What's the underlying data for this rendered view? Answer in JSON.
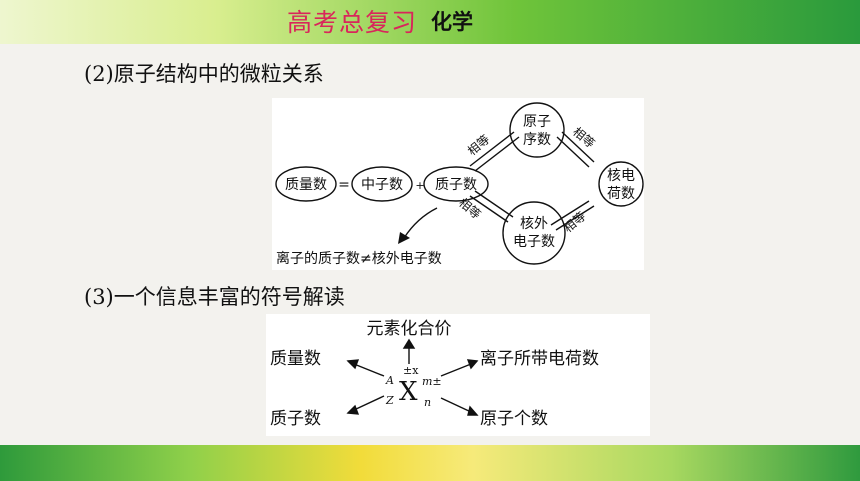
{
  "header": {
    "title": "高考总复习",
    "subject": "化学"
  },
  "section2": {
    "heading": "(2)原子结构中的微粒关系",
    "diagram": {
      "mass_number": "质量数",
      "equals": "=",
      "neutron_number": "中子数",
      "plus": "+",
      "proton_number": "质子数",
      "atomic_number_line1": "原子",
      "atomic_number_line2": "序数",
      "nuclear_charge_line1": "核电",
      "nuclear_charge_line2": "荷数",
      "electron_line1": "核外",
      "electron_line2": "电子数",
      "equal_label_1": "相等",
      "equal_label_2": "相等",
      "equal_label_3": "相等",
      "equal_label_4": "相等",
      "ion_note": "离子的质子数≠核外电子数"
    }
  },
  "section3": {
    "heading": "(3)一个信息丰富的符号解读",
    "diagram": {
      "valence": "元素化合价",
      "mass_number": "质量数",
      "ion_charge": "离子所带电荷数",
      "proton_number": "质子数",
      "atom_count": "原子个数",
      "symbol": "X",
      "sup_left": "A",
      "sub_left": "Z",
      "sup_top": "±x",
      "sup_right": "m±",
      "sub_right": "n"
    }
  }
}
